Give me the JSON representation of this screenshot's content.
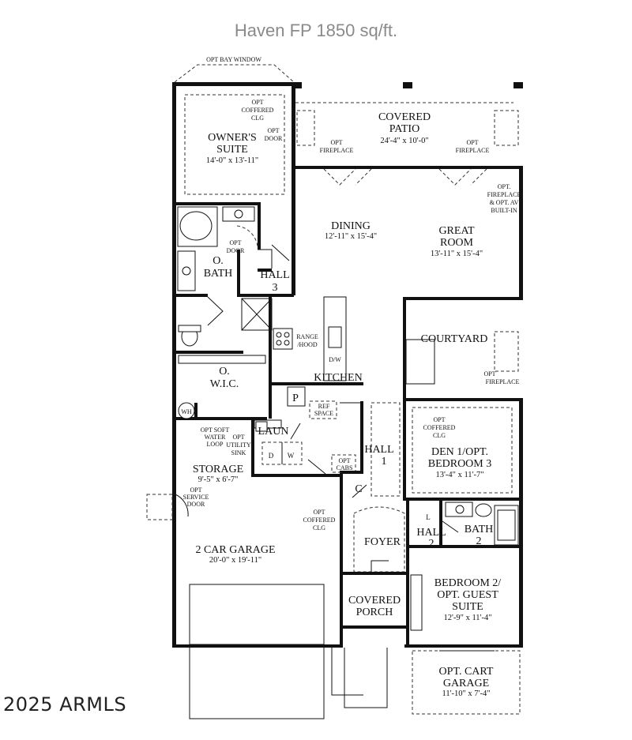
{
  "title": "Haven FP 1850 sq/ft.",
  "watermark": "2025 ARMLS",
  "labels": {
    "opt_bay_window": "OPT BAY WINDOW",
    "owners_suite_name1": "OWNER'S",
    "owners_suite_name2": "SUITE",
    "owners_suite_dim": "14'-0\" x 13'-11\"",
    "opt_coffered_clg_a1": "OPT",
    "opt_coffered_clg_a2": "COFFERED",
    "opt_coffered_clg_a3": "CLG",
    "opt_door_a1": "OPT",
    "opt_door_a2": "DOOR",
    "covered_patio1": "COVERED",
    "covered_patio2": "PATIO",
    "covered_patio_dim": "24'-4\" x 10'-0\"",
    "opt_fireplace_a1": "OPT",
    "opt_fireplace_a2": "FIREPLACE",
    "opt_fireplace_b1": "OPT",
    "opt_fireplace_b2": "FIREPLACE",
    "opt_fireplace_av1": "OPT.",
    "opt_fireplace_av2": "FIREPLACE",
    "opt_fireplace_av3": "& OPT. AV",
    "opt_fireplace_av4": "BUILT-IN",
    "dining": "DINING",
    "dining_dim": "12'-11\" x 15'-4\"",
    "great_room1": "GREAT",
    "great_room2": "ROOM",
    "great_room_dim": "13'-11\" x 15'-4\"",
    "opt_door_b1": "OPT",
    "opt_door_b2": "DOOR",
    "o_bath1": "O.",
    "o_bath2": "BATH",
    "hall3_1": "HALL",
    "hall3_2": "3",
    "range_hood1": "RANGE",
    "range_hood2": "/HOOD",
    "dw": "D/W",
    "kitchen": "KITCHEN",
    "courtyard": "COURTYARD",
    "opt_fireplace_c1": "OPT",
    "opt_fireplace_c2": "FIREPLACE",
    "o_wic1": "O.",
    "o_wic2": "W.I.C.",
    "pantry": "P",
    "ref_space1": "REF",
    "ref_space2": "SPACE",
    "wh": "WH",
    "opt_soft_water1": "OPT SOFT",
    "opt_soft_water2": "WATER",
    "opt_soft_water3": "LOOP",
    "opt_utility_sink1": "OPT",
    "opt_utility_sink2": "UTILITY",
    "opt_utility_sink3": "SINK",
    "laun": "LAUN",
    "washer_d": "D",
    "washer_w": "W",
    "opt_cabs1": "OPT",
    "opt_cabs2": "CABS",
    "hall1_1": "HALL",
    "hall1_2": "1",
    "opt_coffered_clg_b1": "OPT",
    "opt_coffered_clg_b2": "COFFERED",
    "opt_coffered_clg_b3": "CLG",
    "den1": "DEN 1/OPT.",
    "den2": "BEDROOM 3",
    "den_dim": "13'-4\" x 11'-7\"",
    "storage": "STORAGE",
    "storage_dim": "9'-5\" x 6'-7\"",
    "opt_service_door1": "OPT",
    "opt_service_door2": "SERVICE",
    "opt_service_door3": "DOOR",
    "closet_c": "C",
    "opt_coffered_clg_c1": "OPT",
    "opt_coffered_clg_c2": "COFFERED",
    "opt_coffered_clg_c3": "CLG",
    "foyer": "FOYER",
    "linen_l": "L",
    "hall2_1": "HALL",
    "hall2_2": "2",
    "bath2_1": "BATH",
    "bath2_2": "2",
    "garage": "2 CAR GARAGE",
    "garage_dim": "20'-0\" x 19'-11\"",
    "bedroom2_1": "BEDROOM 2/",
    "bedroom2_2": "OPT. GUEST",
    "bedroom2_3": "SUITE",
    "bedroom2_dim": "12'-9\" x 11'-4\"",
    "covered_porch1": "COVERED",
    "covered_porch2": "PORCH",
    "cart_garage1": "OPT. CART",
    "cart_garage2": "GARAGE",
    "cart_garage_dim": "11'-10\" x 7'-4\""
  }
}
